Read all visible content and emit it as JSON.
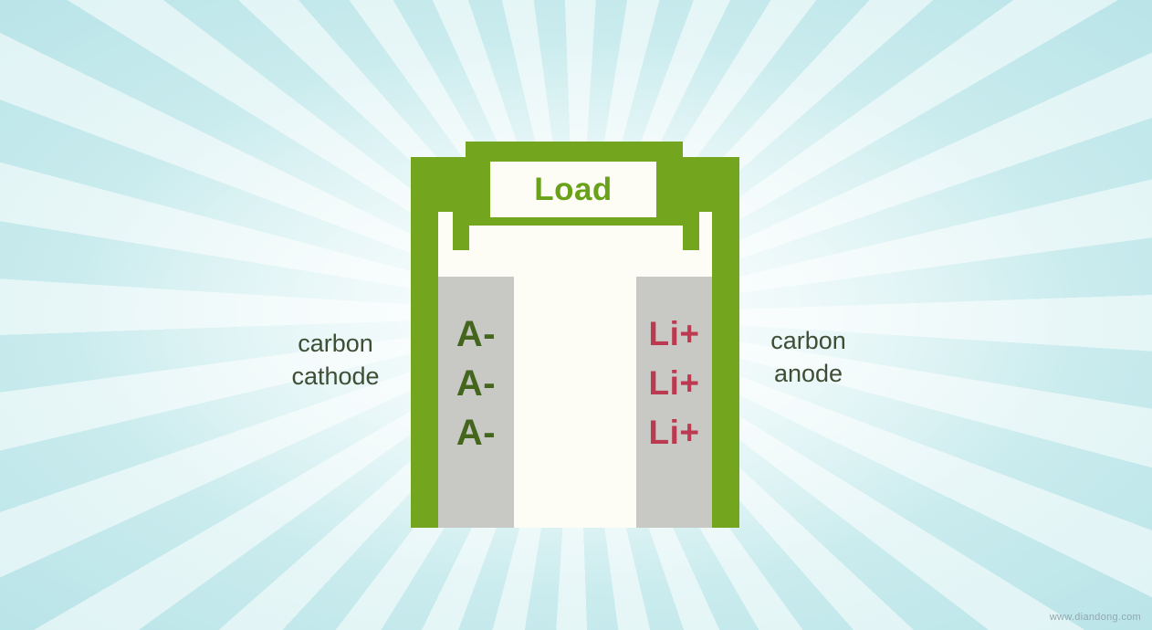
{
  "battery": {
    "load_label": "Load",
    "cathode": {
      "label_lines": [
        "carbon",
        "cathode"
      ],
      "ions": [
        "A-",
        "A-",
        "A-"
      ]
    },
    "anode": {
      "label_lines": [
        "carbon",
        "anode"
      ],
      "ions": [
        "Li+",
        "Li+",
        "Li+"
      ]
    }
  },
  "colors": {
    "casing_green": "#74a51f",
    "load_text_green": "#69a219",
    "electrode_gray": "#c8c8c5",
    "interior_white": "#fdfdf6",
    "anion_green": "#44651c",
    "cation_red": "#bc3a50",
    "side_label": "#3e4e35",
    "background_cyan": "#cdedef",
    "ray_white": "#ffffff",
    "watermark_gray": "#93a7ae"
  },
  "watermark": "www.diandong.com"
}
